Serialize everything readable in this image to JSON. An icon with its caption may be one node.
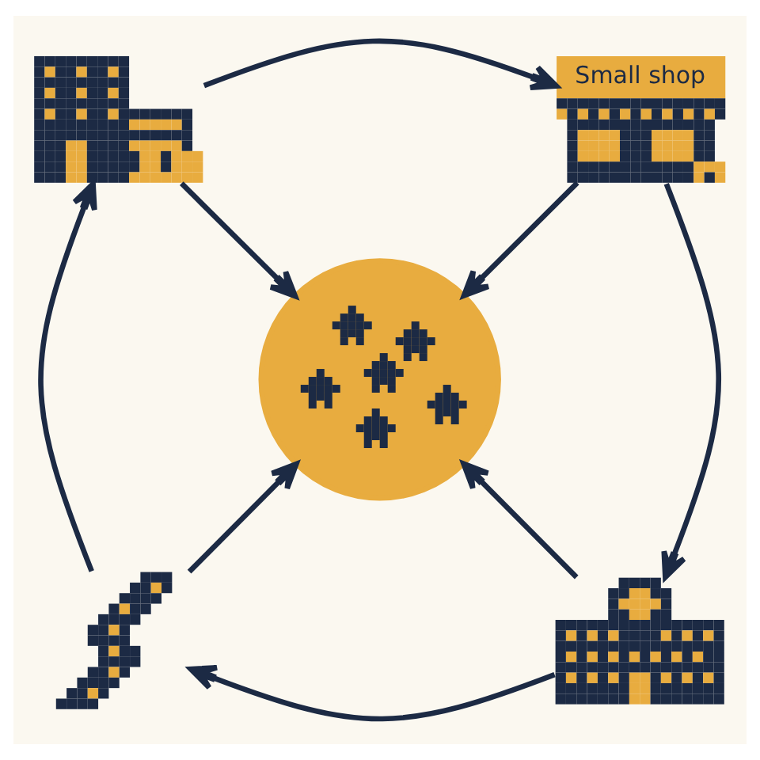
{
  "diagram": {
    "nodes": [
      {
        "text": [],
        "shape": "picture"
      },
      {
        "text": [
          "Small shop"
        ]
      },
      {
        "text": [],
        "shape": "circle"
      },
      {
        "text": [],
        "shape": "picture"
      },
      {
        "text": [],
        "shape": "picture"
      }
    ],
    "edges": [
      {
        "from": 0,
        "to": 1,
        "arrow": "to"
      },
      {
        "from": 1,
        "to": 4,
        "arrow": "to"
      },
      {
        "from": 4,
        "to": 3,
        "arrow": "to"
      },
      {
        "from": 3,
        "to": 0,
        "arrow": "to"
      },
      {
        "from": 0,
        "to": 2,
        "arrow": "to"
      },
      {
        "from": 1,
        "to": 2,
        "arrow": "to"
      },
      {
        "from": 3,
        "to": 2,
        "arrow": "to"
      },
      {
        "from": 4,
        "to": 2,
        "arrow": "to"
      }
    ]
  }
}
